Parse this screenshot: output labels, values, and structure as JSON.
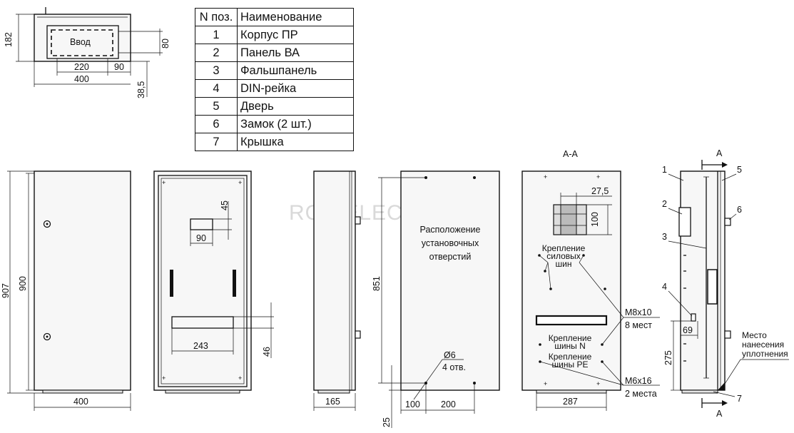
{
  "table": {
    "header_num": "N поз.",
    "header_name": "Наименование",
    "rows": [
      {
        "num": "1",
        "name": "Корпус ПР"
      },
      {
        "num": "2",
        "name": "Панель ВА"
      },
      {
        "num": "3",
        "name": "Фальшпанель"
      },
      {
        "num": "4",
        "name": "DIN-рейка"
      },
      {
        "num": "5",
        "name": "Дверь"
      },
      {
        "num": "6",
        "name": "Замок (2 шт.)"
      },
      {
        "num": "7",
        "name": "Крышка"
      }
    ]
  },
  "watermark": "ROS ELECTRIC",
  "top_view": {
    "inlet": "Ввод",
    "d182": "182",
    "d80": "80",
    "d220": "220",
    "d90": "90",
    "d400": "400",
    "d38_5": "38,5"
  },
  "front_view": {
    "d907": "907",
    "d900": "900",
    "d400": "400"
  },
  "inner_view": {
    "d45": "45",
    "d90": "90",
    "d243": "243",
    "d46": "46"
  },
  "side_view": {
    "d165": "165"
  },
  "mount_view": {
    "caption_line1": "Расположение",
    "caption_line2": "установочных",
    "caption_line3": "отверстий",
    "d851": "851",
    "hole_dia": "Ø6",
    "hole_count": "4 отв.",
    "d100": "100",
    "d200": "200",
    "d25": "25"
  },
  "section_view": {
    "title": "А-А",
    "d27_5": "27,5",
    "d100": "100",
    "power_line1": "Крепление",
    "power_line2": "силовых",
    "power_line3": "шин",
    "m8_size": "М8х10",
    "m8_count": "8 мест",
    "n_line1": "Крепление",
    "n_line2": "шины N",
    "pe_line1": "Крепление",
    "pe_line2": "шины PE",
    "m6_size": "М6х16",
    "m6_count": "2 места",
    "d287": "287"
  },
  "cut_view": {
    "section_top": "А",
    "section_bottom": "А",
    "p1": "1",
    "p2": "2",
    "p3": "3",
    "p4": "4",
    "p5": "5",
    "p6": "6",
    "p7": "7",
    "d69": "69",
    "d275": "275",
    "seal_line1": "Место",
    "seal_line2": "нанесения",
    "seal_line3": "уплотнения"
  }
}
